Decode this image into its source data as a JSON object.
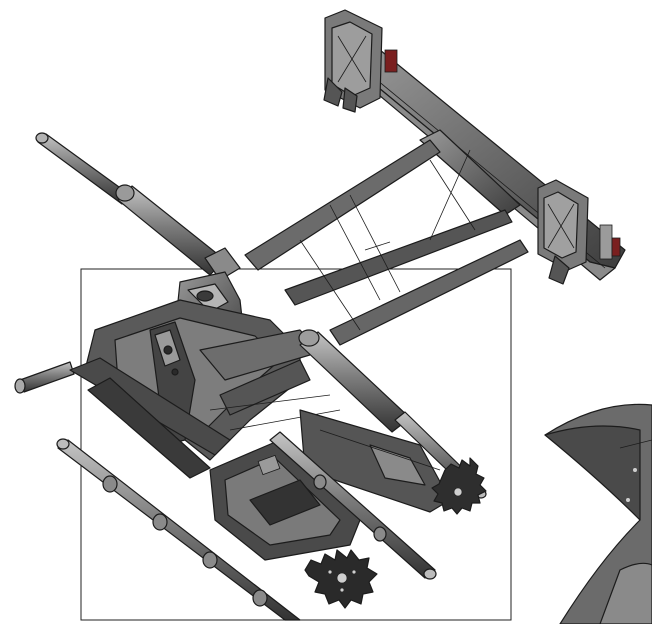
{
  "view": {
    "kind": "isometric-cad-assembly",
    "background": "#ffffff",
    "colors": {
      "steel_dark": "#3d3d3d",
      "steel_mid": "#6b6b6b",
      "steel_light": "#9a9a9a",
      "highlight": "#c4c4c4",
      "edge": "#1c1c1c",
      "accent_red": "#7a1f1f"
    },
    "detail_frame": {
      "visible": true,
      "stroke": "#222222"
    },
    "parts": [
      "hitch-frame-assembly",
      "hydraulic-cylinder-long",
      "hydraulic-cylinder-right",
      "main-beam",
      "disc-gang-front",
      "disc-gang-rear",
      "disc-blade-front",
      "disc-blade-rear",
      "axle-bar-left",
      "axle-bar-right",
      "mounting-plate-top",
      "mounting-plate-right",
      "partial-blade-cutaway"
    ]
  }
}
